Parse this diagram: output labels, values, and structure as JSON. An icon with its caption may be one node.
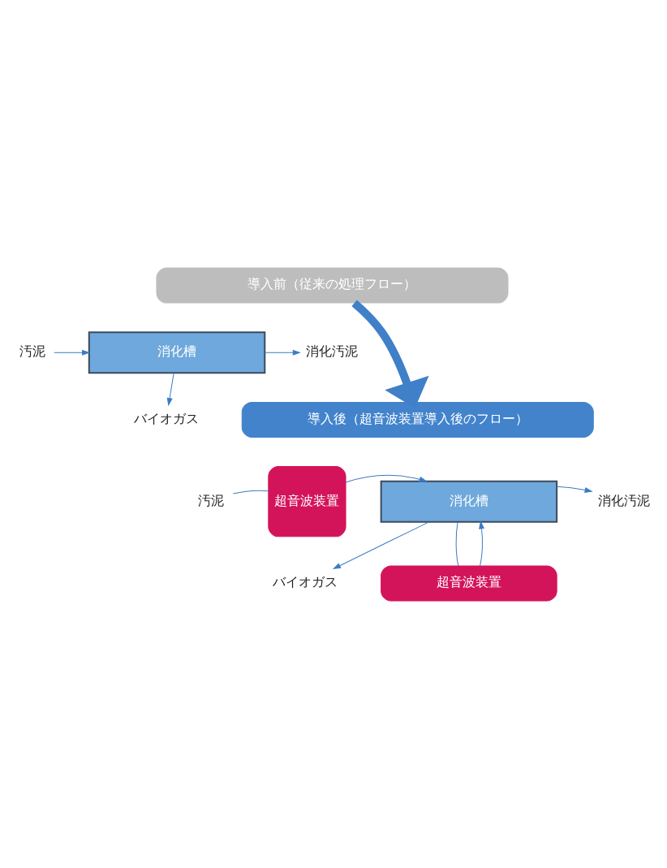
{
  "diagram": {
    "nodes": [
      {
        "text": [
          "導入前（従来の処理フロー）"
        ]
      },
      {
        "text": [
          "汚泥"
        ]
      },
      {
        "text": [
          "消化槽"
        ]
      },
      {
        "text": [
          "バイオガス"
        ]
      },
      {
        "text": [
          "消化汚泥"
        ]
      },
      {
        "text": [
          "導入後（超音波装置導入後のフロー）"
        ]
      },
      {
        "text": [
          "汚泥"
        ]
      },
      {
        "text": [
          "超音波装置"
        ]
      },
      {
        "text": [
          "消化槽"
        ]
      },
      {
        "text": [
          "バイオガス"
        ]
      },
      {
        "text": [
          "消化汚泥"
        ]
      },
      {
        "text": [
          "超音波装置"
        ]
      }
    ],
    "edges": [
      {
        "from": 1,
        "to": 2,
        "arrow": "to"
      },
      {
        "from": 2,
        "to": 3,
        "arrow": "to"
      },
      {
        "from": 2,
        "to": 4,
        "arrow": "to"
      },
      {
        "from": 0,
        "to": 5,
        "arrow": "to",
        "style": "thick"
      },
      {
        "from": 6,
        "to": 7,
        "arrow": "none"
      },
      {
        "from": 7,
        "to": 8,
        "arrow": "to"
      },
      {
        "from": 8,
        "to": 9,
        "arrow": "to"
      },
      {
        "from": 8,
        "to": 10,
        "arrow": "to"
      },
      {
        "from": 8,
        "to": 11,
        "arrow": "none"
      },
      {
        "from": 11,
        "to": 8,
        "arrow": "to"
      }
    ]
  }
}
